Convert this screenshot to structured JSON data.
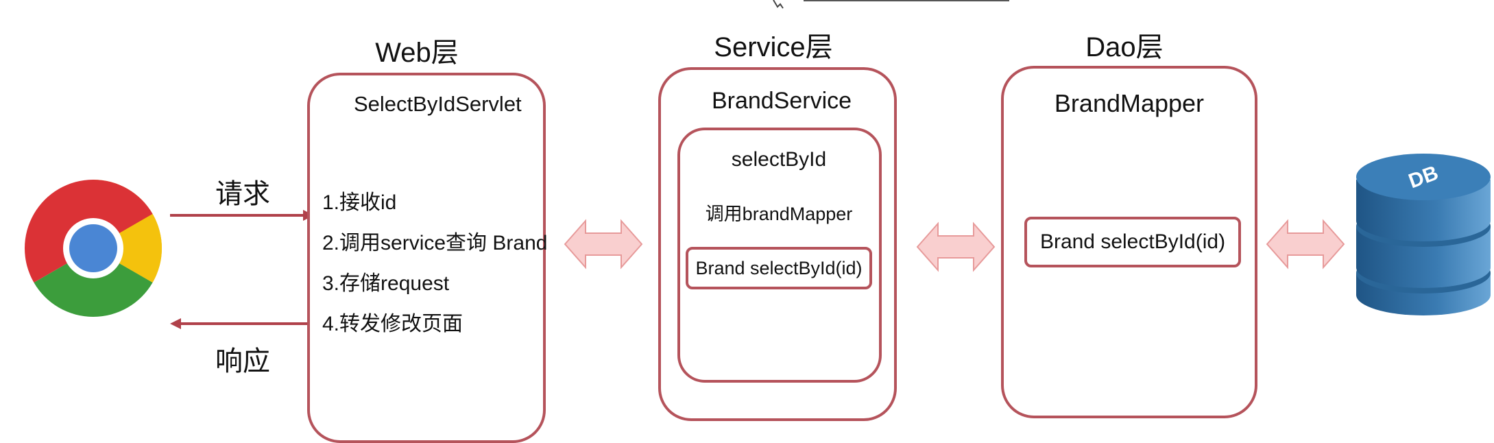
{
  "web_layer": {
    "title": "Web层",
    "servlet": "SelectByIdServlet",
    "steps": [
      "1.接收id",
      "2.调用service查询 Brand",
      "3.存储request",
      "4.转发修改页面"
    ]
  },
  "service_layer": {
    "title": "Service层",
    "class": "BrandService",
    "method": "selectById",
    "call": "调用brandMapper",
    "method_sig": "Brand selectById(id)"
  },
  "dao_layer": {
    "title": "Dao层",
    "class": "BrandMapper",
    "method_sig": "Brand selectById(id)"
  },
  "flow": {
    "request": "请求",
    "response": "响应"
  },
  "database": {
    "label": "DB"
  },
  "colors": {
    "border": "#b5535b",
    "arrow_line": "#b0414a",
    "double_arrow_fill": "#f9cfcf",
    "db_blue": "#2f6a9e"
  },
  "icons": {
    "browser": "chrome-browser-icon",
    "database": "database-icon"
  }
}
